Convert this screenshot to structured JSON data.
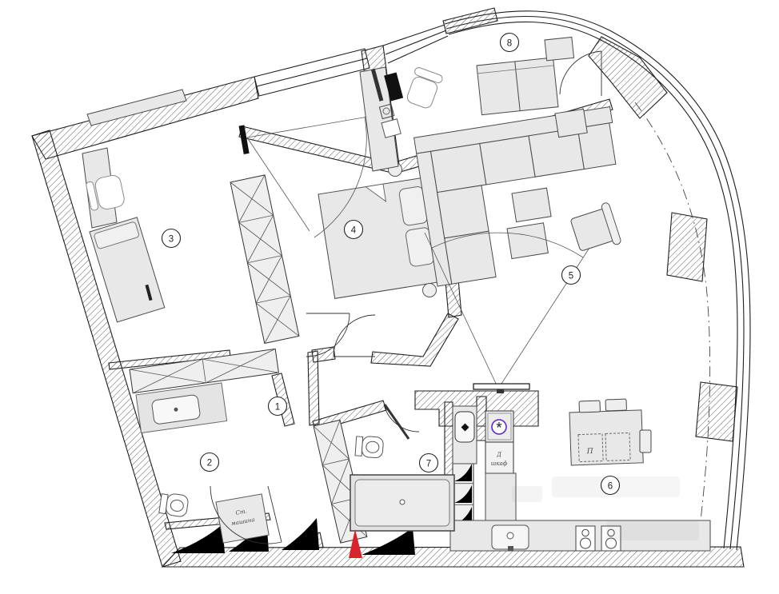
{
  "plan": {
    "type": "apartment floor plan",
    "rooms": [
      {
        "number": "1"
      },
      {
        "number": "2"
      },
      {
        "number": "3"
      },
      {
        "number": "4"
      },
      {
        "number": "5"
      },
      {
        "number": "6"
      },
      {
        "number": "7"
      },
      {
        "number": "8"
      }
    ],
    "labels": {
      "washing_machine_line1": "Ст.",
      "washing_machine_line2": "машина",
      "cabinet_line1": "Д",
      "cabinet_line2": "шкаф",
      "dining_table_mark": "П",
      "fridge_mark": "*"
    },
    "colors": {
      "wall_stroke": "#1f1f1f",
      "furniture_fill": "#e8e8e8",
      "fridge_accent": "#5b2bc8",
      "entry_arrow": "#d8232c"
    }
  }
}
